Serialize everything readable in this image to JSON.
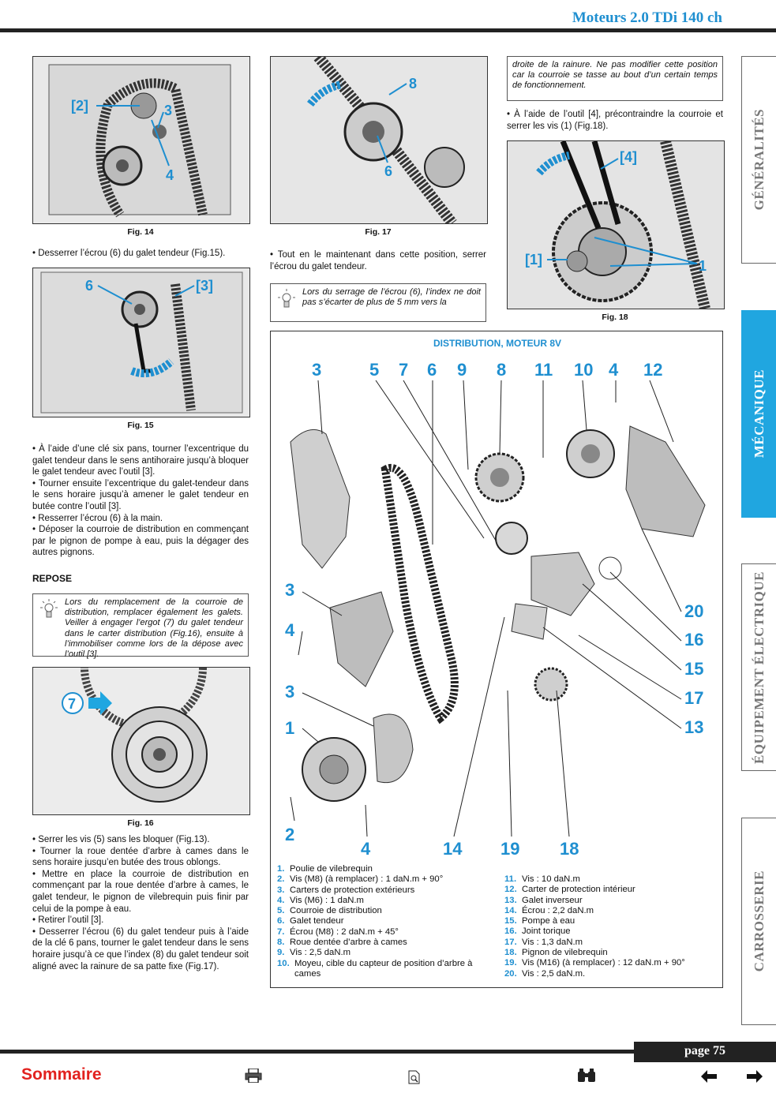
{
  "header": {
    "title": "Moteurs 2.0 TDi 140 ch"
  },
  "figures": {
    "fig14": {
      "caption": "Fig. 14",
      "labels": [
        "[2]",
        "3",
        "4"
      ]
    },
    "fig15": {
      "caption": "Fig. 15",
      "labels": [
        "6",
        "[3]"
      ]
    },
    "fig16": {
      "caption": "Fig. 16",
      "labels": [
        "7"
      ]
    },
    "fig17": {
      "caption": "Fig. 17",
      "labels": [
        "8",
        "6"
      ]
    },
    "fig18": {
      "caption": "Fig. 18",
      "labels": [
        "[4]",
        "[1]",
        "1"
      ]
    }
  },
  "col1": {
    "p1": "• Desserrer l’écrou (6) du galet tendeur (Fig.15).",
    "p2": [
      "• À l’aide d’une clé six pans, tourner l’excentrique du galet tendeur dans le sens antihoraire jusqu’à bloquer le galet tendeur avec l’outil [3].",
      "• Tourner ensuite l’excentrique du galet-tendeur dans le sens horaire jusqu’à amener le galet tendeur en butée contre l’outil [3].",
      "• Resserrer l’écrou (6) à la main.",
      "• Déposer la courroie de distribution en commençant par le pignon de pompe à eau, puis la dégager des autres pignons."
    ],
    "repose_title": "REPOSE",
    "note": "Lors du remplacement de la courroie de distribution, remplacer également les galets. Veiller à engager l’ergot (7) du galet tendeur dans le carter distribution (Fig.16), ensuite à l’immobiliser comme lors de la dépose avec l’outil [3].",
    "p3": [
      "• Serrer les vis (5) sans les bloquer (Fig.13).",
      "• Tourner la roue dentée d’arbre à cames dans le sens horaire jusqu’en butée des trous oblongs.",
      "• Mettre en place la courroie de distribution en commençant par la roue dentée d’arbre à cames, le galet tendeur, le pignon de vilebrequin puis finir par celui de la pompe à eau.",
      "• Retirer l’outil [3].",
      "• Desserrer l’écrou (6) du galet tendeur puis à l’aide de la clé 6 pans, tourner le galet tendeur dans le sens horaire jusqu’à ce que l’index (8) du galet tendeur soit aligné avec la rainure de sa patte fixe (Fig.17)."
    ]
  },
  "col2": {
    "p1": "• Tout en le maintenant dans cette position, serrer l’écrou du galet tendeur.",
    "note": "Lors du serrage de l’écrou (6), l’index ne doit pas s’écarter de plus de 5 mm vers la"
  },
  "col3": {
    "note_cont": "droite de la rainure. Ne pas modifier cette position car la courroie se tasse au bout d’un certain temps de fonctionnement.",
    "p1": "• À l’aide de l’outil [4], précontraindre la courroie et serrer les vis (1) (Fig.18)."
  },
  "distribution": {
    "title": "DISTRIBUTION, MOTEUR 8V",
    "top_numbers": [
      "3",
      "5",
      "7",
      "6",
      "9",
      "8",
      "11",
      "10",
      "4",
      "12"
    ],
    "left_numbers": [
      "3",
      "4",
      "3",
      "1",
      "2"
    ],
    "right_numbers": [
      "20",
      "16",
      "15",
      "17",
      "13"
    ],
    "bottom_numbers": [
      "4",
      "14",
      "19",
      "18"
    ],
    "legend_left": [
      {
        "n": "1.",
        "t": "Poulie de vilebrequin"
      },
      {
        "n": "2.",
        "t": "Vis (M8) (à remplacer) : 1 daN.m + 90°"
      },
      {
        "n": "3.",
        "t": "Carters de protection extérieurs"
      },
      {
        "n": "4.",
        "t": "Vis (M6) : 1 daN.m"
      },
      {
        "n": "5.",
        "t": "Courroie de distribution"
      },
      {
        "n": "6.",
        "t": "Galet tendeur"
      },
      {
        "n": "7.",
        "t": "Écrou (M8) : 2 daN.m + 45°"
      },
      {
        "n": "8.",
        "t": "Roue dentée d’arbre à cames"
      },
      {
        "n": "9.",
        "t": "Vis : 2,5 daN.m"
      },
      {
        "n": "10.",
        "t": "Moyeu, cible du capteur de position d’arbre à cames"
      }
    ],
    "legend_right": [
      {
        "n": "11.",
        "t": "Vis : 10 daN.m"
      },
      {
        "n": "12.",
        "t": "Carter de protection intérieur"
      },
      {
        "n": "13.",
        "t": "Galet inverseur"
      },
      {
        "n": "14.",
        "t": "Écrou : 2,2 daN.m"
      },
      {
        "n": "15.",
        "t": "Pompe à eau"
      },
      {
        "n": "16.",
        "t": "Joint torique"
      },
      {
        "n": "17.",
        "t": "Vis : 1,3 daN.m"
      },
      {
        "n": "18.",
        "t": "Pignon de vilebrequin"
      },
      {
        "n": "19.",
        "t": "Vis (M16) (à remplacer) : 12 daN.m + 90°"
      },
      {
        "n": "20.",
        "t": "Vis : 2,5 daN.m."
      }
    ]
  },
  "tabs": [
    "GÉNÉRALITÉS",
    "MÉCANIQUE",
    "ÉQUIPEMENT ÉLECTRIQUE",
    "CARROSSERIE"
  ],
  "footer": {
    "page": "page 75",
    "sommaire": "Sommaire",
    "icons": [
      "printer-icon",
      "zoom-icon",
      "binoculars-icon",
      "arrow-left-icon",
      "arrow-right-icon"
    ]
  }
}
